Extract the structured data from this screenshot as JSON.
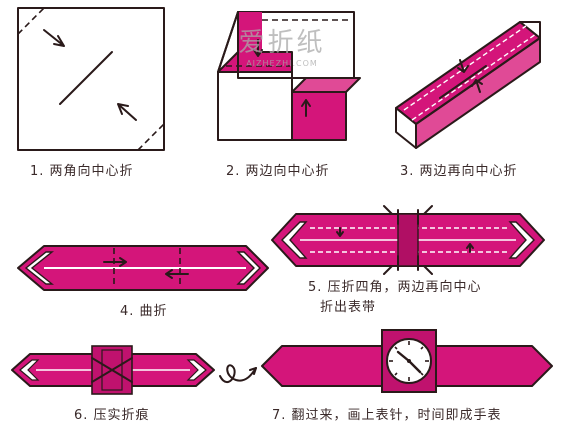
{
  "watermark": {
    "chinese": "爱折纸",
    "url": "AIZHEZHI.COM"
  },
  "steps": [
    {
      "caption": "1. 两角向中心折"
    },
    {
      "caption": "2. 两边向中心折"
    },
    {
      "caption": "3. 两边再向中心折"
    },
    {
      "caption": "4. 曲折"
    },
    {
      "caption_line1": "5. 压折四角，两边再向中心",
      "caption_line2": "折出表带"
    },
    {
      "caption": "6. 压实折痕"
    },
    {
      "caption": "7. 翻过来，画上表针，时间即成手表"
    }
  ],
  "colors": {
    "paper": "#d4157a",
    "ink": "#2a1a1a",
    "background": "#ffffff"
  }
}
